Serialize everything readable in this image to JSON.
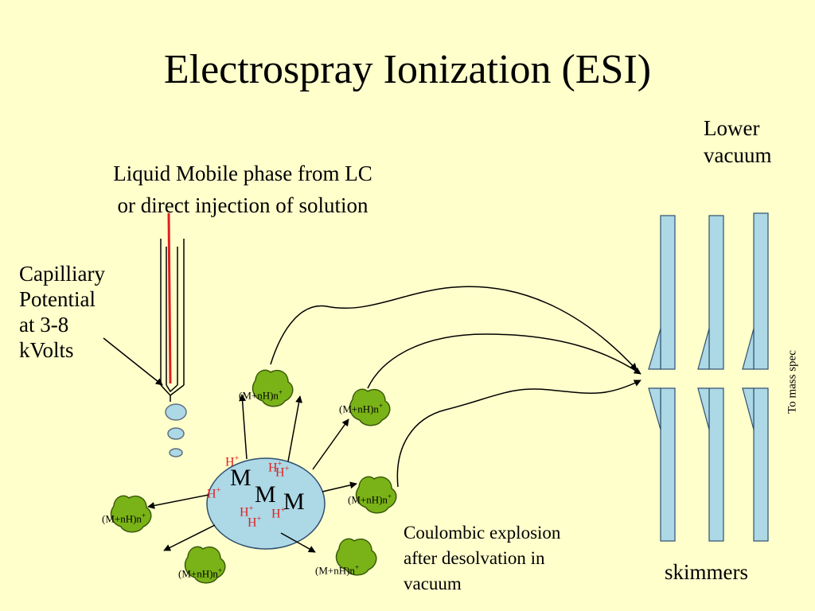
{
  "title": "Electrospray Ionization (ESI)",
  "lower_vacuum": [
    "Lower",
    "vacuum"
  ],
  "liquid_label": [
    "Liquid Mobile phase from LC",
    "or direct injection of solution"
  ],
  "capillary_label": [
    "Capilliary",
    "Potential",
    "at 3-8",
    "kVolts"
  ],
  "coulombic_label": [
    "Coulombic explosion",
    "after desolvation in",
    "vacuum"
  ],
  "skimmers_label": "skimmers",
  "mass_spec_label": "To mass spec",
  "ion_label": {
    "base": "(M+nH)n",
    "sup": "+"
  },
  "proton": {
    "base": "H",
    "sup": "+"
  },
  "molecule_letter": "M",
  "colors": {
    "background": "#ffffcc",
    "droplet": "#add8e6",
    "ion_cluster": "#7ab317",
    "skimmer": "#add8e6",
    "needle_wire": "#e02020",
    "proton_text": "#e02020"
  }
}
